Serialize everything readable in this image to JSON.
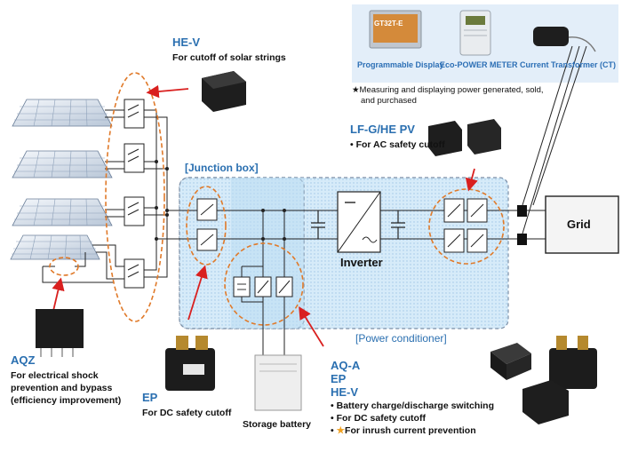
{
  "products": {
    "display": "Programmable Display",
    "meter": "Eco-POWER METER",
    "ct": "Current Transformer (CT)",
    "screen_text": "GT32T-E",
    "note_star": "★",
    "note_line1": "Measuring and displaying power generated, sold,",
    "note_line2": "and purchased"
  },
  "hev_top": {
    "title": "HE-V",
    "desc": "For cutoff of solar strings"
  },
  "lfg": {
    "title": "LF-G/HE PV",
    "desc": "For AC safety cutoff",
    "bullet": "•"
  },
  "junction_box": "[Junction box]",
  "power_conditioner": "[Power conditioner]",
  "inverter": "Inverter",
  "grid": "Grid",
  "aqz": {
    "title": "AQZ",
    "desc1": "For electrical shock",
    "desc2": "prevention and bypass",
    "desc3": "(efficiency improvement)"
  },
  "ep": {
    "title": "EP",
    "desc": "For DC safety cutoff"
  },
  "storage": "Storage battery",
  "aqa": {
    "title1": "AQ-A",
    "title2": "EP",
    "title3": "HE-V",
    "b1": "Battery charge/discharge switching",
    "b2": "For DC safety cutoff",
    "b3": "For inrush current prevention",
    "bullet": "•",
    "star": "★"
  },
  "colors": {
    "accent": "#2a6fb0",
    "box_fill": "#cfe6f7",
    "dash_orange": "#e07a2a",
    "arrow_red": "#d9201f"
  }
}
